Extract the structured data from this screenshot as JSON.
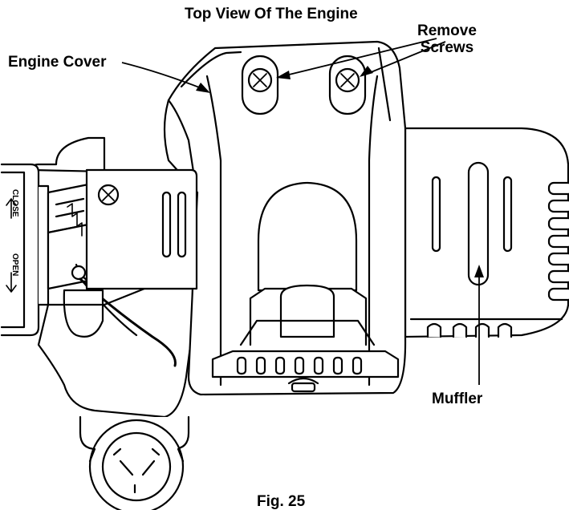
{
  "diagram": {
    "title": "Top View Of The Engine",
    "labels": {
      "engine_cover": "Engine Cover",
      "remove_screws_line1": "Remove",
      "remove_screws_line2": "Screws",
      "muffler": "Muffler"
    },
    "choke_markings": {
      "close": "CLOSE",
      "open": "OPEN"
    },
    "figure_caption": "Fig. 25"
  }
}
